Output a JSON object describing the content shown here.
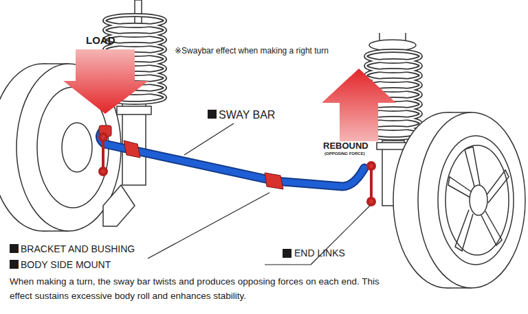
{
  "diagram": {
    "caption": "When making a turn, the sway bar twists and produces opposing forces on each end. This effect sustains excessive body roll and enhances stability.",
    "labels": [
      "LOAD",
      "※Swaybar effect when making a right turn",
      "SWAY BAR",
      "REBOUND",
      "(OPPOSING FORCE)",
      "BRACKET AND BUSHING",
      "BODY SIDE MOUNT",
      "END LINKS"
    ]
  }
}
